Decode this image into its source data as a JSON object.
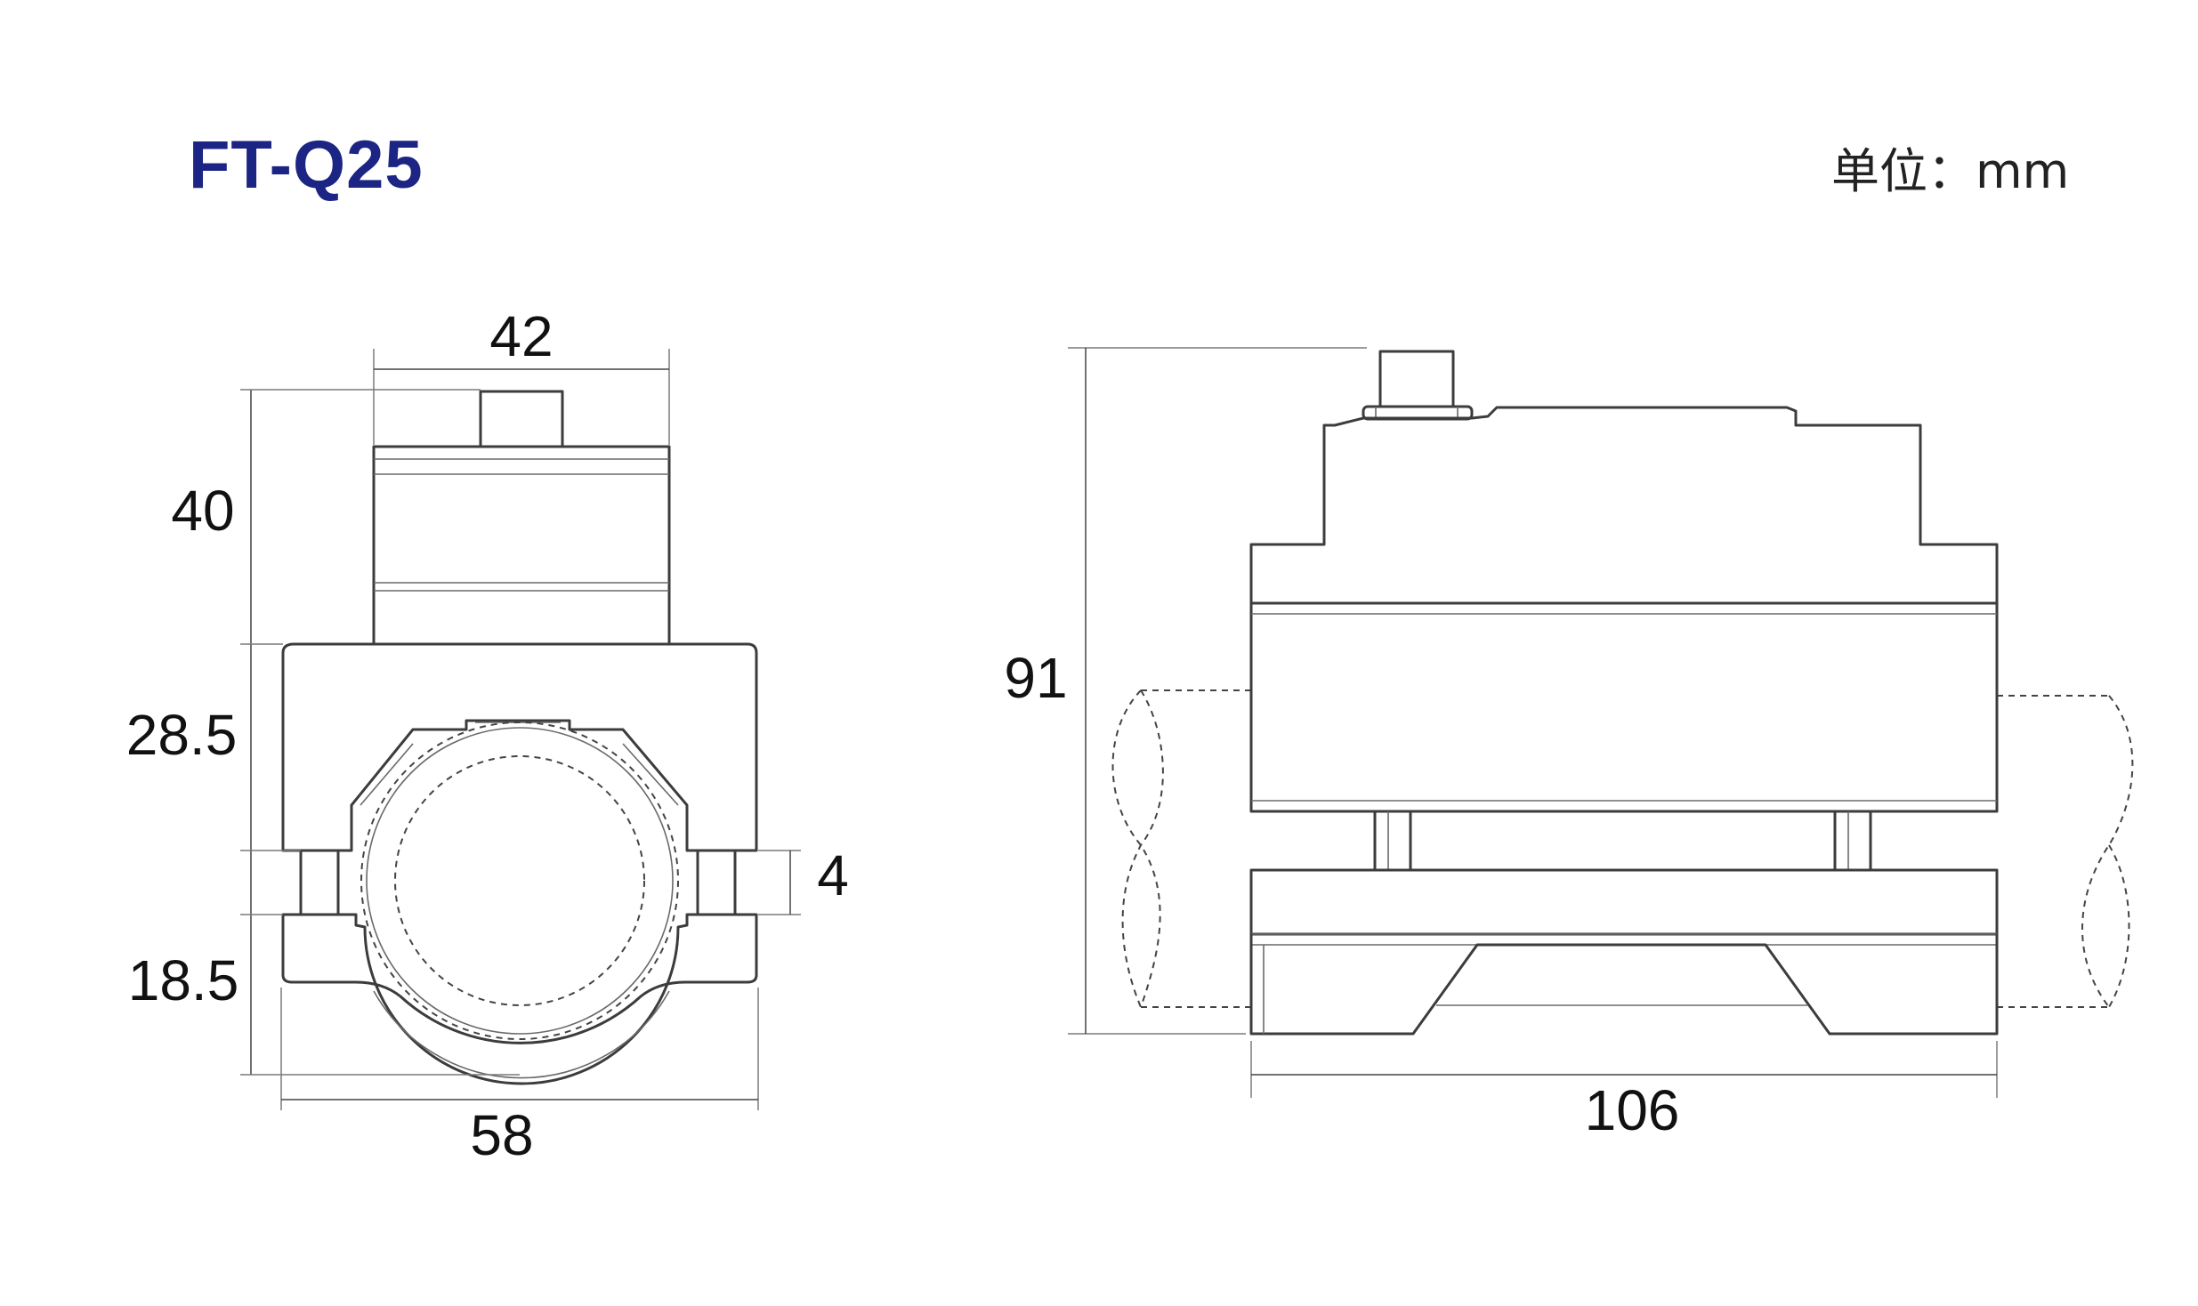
{
  "header": {
    "model": "FT-Q25",
    "unit_label": "单位：mm"
  },
  "front_view": {
    "dims": {
      "top_width": "42",
      "top_height": "40",
      "body_height": "28.5",
      "gap": "4",
      "bottom_height": "18.5",
      "overall_width": "58"
    }
  },
  "side_view": {
    "dims": {
      "overall_height": "91",
      "overall_length": "106"
    }
  }
}
